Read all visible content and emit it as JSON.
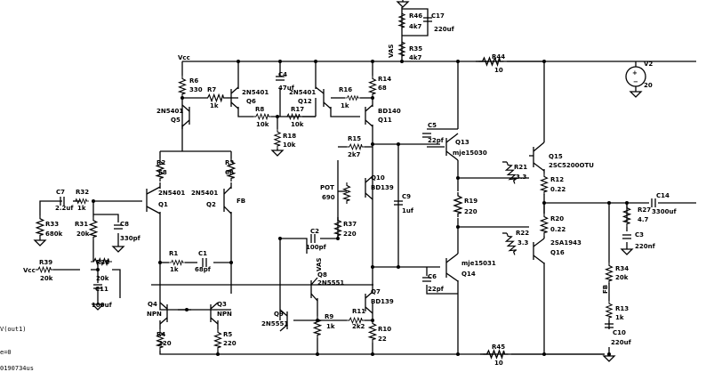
{
  "net_labels": {
    "vcc1": "Vcc",
    "vcc2": "Vcc",
    "vas1": "VAS",
    "vas2": "VAS",
    "fb1": "FB",
    "fb2": "FB"
  },
  "components": {
    "R46": {
      "name": "R46",
      "value": "4k7"
    },
    "C17": {
      "name": "C17",
      "value": "220uf"
    },
    "R35": {
      "name": "R35",
      "value": "4k7"
    },
    "R44": {
      "name": "R44",
      "value": "10"
    },
    "V2": {
      "name": "V2",
      "value": "20"
    },
    "R6": {
      "name": "R6",
      "value": "330"
    },
    "R7": {
      "name": "R7",
      "value": "1k"
    },
    "Q6": {
      "name": "Q6",
      "value": "2N5401"
    },
    "C4": {
      "name": "C4",
      "value": "47uf"
    },
    "Q12": {
      "name": "Q12",
      "value": "2N5401"
    },
    "R16": {
      "name": "R16",
      "value": "1k"
    },
    "R14": {
      "name": "R14",
      "value": "68"
    },
    "R8": {
      "name": "R8",
      "value": "10k"
    },
    "R17": {
      "name": "R17",
      "value": "10k"
    },
    "Q5": {
      "name": "Q5",
      "value": "2N5401"
    },
    "Q11": {
      "name": "Q11",
      "value": "BD140"
    },
    "R18": {
      "name": "R18",
      "value": "10k"
    },
    "C5": {
      "name": "C5",
      "value": "22pf"
    },
    "Q13": {
      "name": "Q13",
      "value": "mje15030"
    },
    "Q15": {
      "name": "Q15",
      "value": "2SC5200OTU"
    },
    "R15": {
      "name": "R15",
      "value": "2k7"
    },
    "R2": {
      "name": "R2",
      "value": "68"
    },
    "R3": {
      "name": "R3",
      "value": "68"
    },
    "R21": {
      "name": "R21",
      "value": "3.3"
    },
    "R12": {
      "name": "R12",
      "value": "0.22"
    },
    "Q10": {
      "name": "Q10",
      "value": "BD139"
    },
    "POT": {
      "name": "POT",
      "value": "690"
    },
    "C7": {
      "name": "C7",
      "value": "2.2uf"
    },
    "R32": {
      "name": "R32",
      "value": "1k"
    },
    "Q1": {
      "name": "Q1",
      "value": "2N5401"
    },
    "Q2": {
      "name": "Q2",
      "value": "2N5401"
    },
    "C9": {
      "name": "C9",
      "value": "1uf"
    },
    "R19": {
      "name": "R19",
      "value": "220"
    },
    "C14": {
      "name": "C14",
      "value": "3300uf"
    },
    "R27": {
      "name": "R27",
      "value": "4.7"
    },
    "R33": {
      "name": "R33",
      "value": "680k"
    },
    "R31": {
      "name": "R31",
      "value": "20k"
    },
    "C8": {
      "name": "C8",
      "value": "330pf"
    },
    "R37": {
      "name": "R37",
      "value": "220"
    },
    "R20": {
      "name": "R20",
      "value": "0.22"
    },
    "C2": {
      "name": "C2",
      "value": "100pf"
    },
    "R22": {
      "name": "R22",
      "value": "3.3"
    },
    "Q16": {
      "name": "Q16",
      "value": "2SA1943"
    },
    "C3": {
      "name": "C3",
      "value": "220nf"
    },
    "R1": {
      "name": "R1",
      "value": "1k"
    },
    "C1": {
      "name": "C1",
      "value": "68pf"
    },
    "R39": {
      "name": "R39",
      "value": "20k"
    },
    "R38": {
      "name": "R38",
      "value": "20k"
    },
    "Q8": {
      "name": "Q8",
      "value": "2N5551"
    },
    "Q14": {
      "name": "Q14",
      "value": "mje15031"
    },
    "R34": {
      "name": "R34",
      "value": "20k"
    },
    "C11": {
      "name": "C11",
      "value": "100uf"
    },
    "C6": {
      "name": "C6",
      "value": "22pf"
    },
    "Q7": {
      "name": "Q7",
      "value": "BD139"
    },
    "Q4": {
      "name": "Q4",
      "value": "NPN"
    },
    "Q3": {
      "name": "Q3",
      "value": "NPN"
    },
    "R13": {
      "name": "R13",
      "value": "1k"
    },
    "Q9": {
      "name": "Q9",
      "value": "2N5551"
    },
    "R9": {
      "name": "R9",
      "value": "1k"
    },
    "R11": {
      "name": "R11",
      "value": "2k2"
    },
    "R4": {
      "name": "R4",
      "value": "220"
    },
    "R5": {
      "name": "R5",
      "value": "220"
    },
    "R10": {
      "name": "R10",
      "value": "22"
    },
    "C10": {
      "name": "C10",
      "value": "220uf"
    },
    "R45": {
      "name": "R45",
      "value": "10"
    }
  },
  "side_text": {
    "line1": "V(out1)",
    "line2": "e=0",
    "line3": "0190734us"
  }
}
